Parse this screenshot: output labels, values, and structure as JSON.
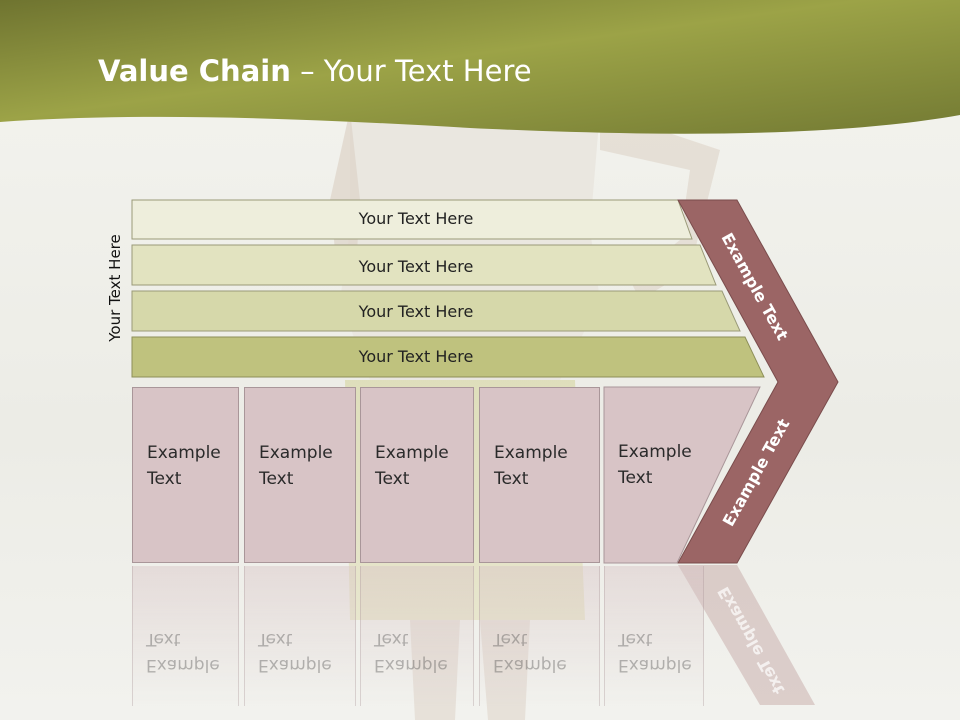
{
  "title": {
    "bold": "Value Chain",
    "rest": " – Your Text Here"
  },
  "side_label": "Your Text Here",
  "bars": [
    "Your Text Here",
    "Your Text Here",
    "Your Text Here",
    "Your Text Here"
  ],
  "boxes": [
    "Example\nText",
    "Example\nText",
    "Example\nText",
    "Example\nText",
    "Example\nText"
  ],
  "arrow": {
    "upper": "Example Text",
    "lower": "Example Text"
  },
  "colors": {
    "header": "#96a042",
    "arrow": "#9b6565",
    "box": "#d8c4c6",
    "bar_dark": "#bfc27e"
  }
}
